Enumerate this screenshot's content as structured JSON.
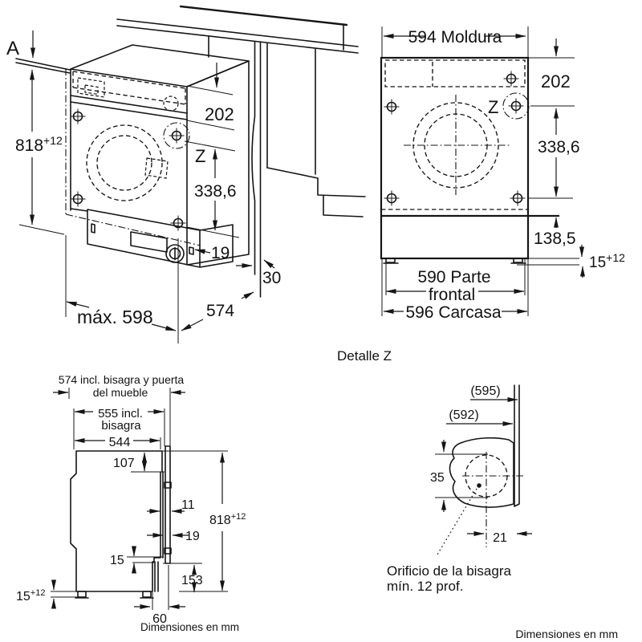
{
  "drawing": {
    "caption_detail": "Detalle Z",
    "perspective": {
      "section_label": "A",
      "niche_height": "818",
      "niche_height_tol": "+12",
      "top_zone": "202",
      "screw_zone": "338,6",
      "detail_ref": "Z",
      "door_gap": "19",
      "door_thickness": "30",
      "depth": "574",
      "max_width": "máx. 598"
    },
    "front": {
      "moldura_width": "594 Moldura",
      "top_zone": "202",
      "detail_ref": "Z",
      "screw_zone": "338,6",
      "plinth_height": "138,5",
      "feet": "15",
      "feet_tol": "+12",
      "front_width_l1": "590 Parte",
      "front_width_l2": "frontal",
      "carcass_width": "596 Carcasa"
    },
    "side": {
      "depth_incl_door_l1": "574 incl. bisagra y puerta",
      "depth_incl_door_l2": "del mueble",
      "depth_incl_hinge_l1": "555 incl.",
      "depth_incl_hinge_l2": "bisagra",
      "depth_body": "544",
      "top_offset": "107",
      "gap_upper": "11",
      "gap_lower": "19",
      "plinth_step": "15",
      "plinth_zone": "153",
      "recess_depth": "60",
      "niche_height": "818",
      "niche_height_tol": "+12",
      "feet": "15",
      "feet_tol": "+12",
      "units_note": "Dimensiones en mm"
    },
    "detail_z": {
      "width_overall": "(595)",
      "width_inner": "(592)",
      "hole_diameter": "35",
      "hole_offset": "21",
      "note_l1": "Orificio de la bisagra",
      "note_l2": "mín. 12 prof.",
      "units_note": "Dimensiones en mm"
    }
  }
}
